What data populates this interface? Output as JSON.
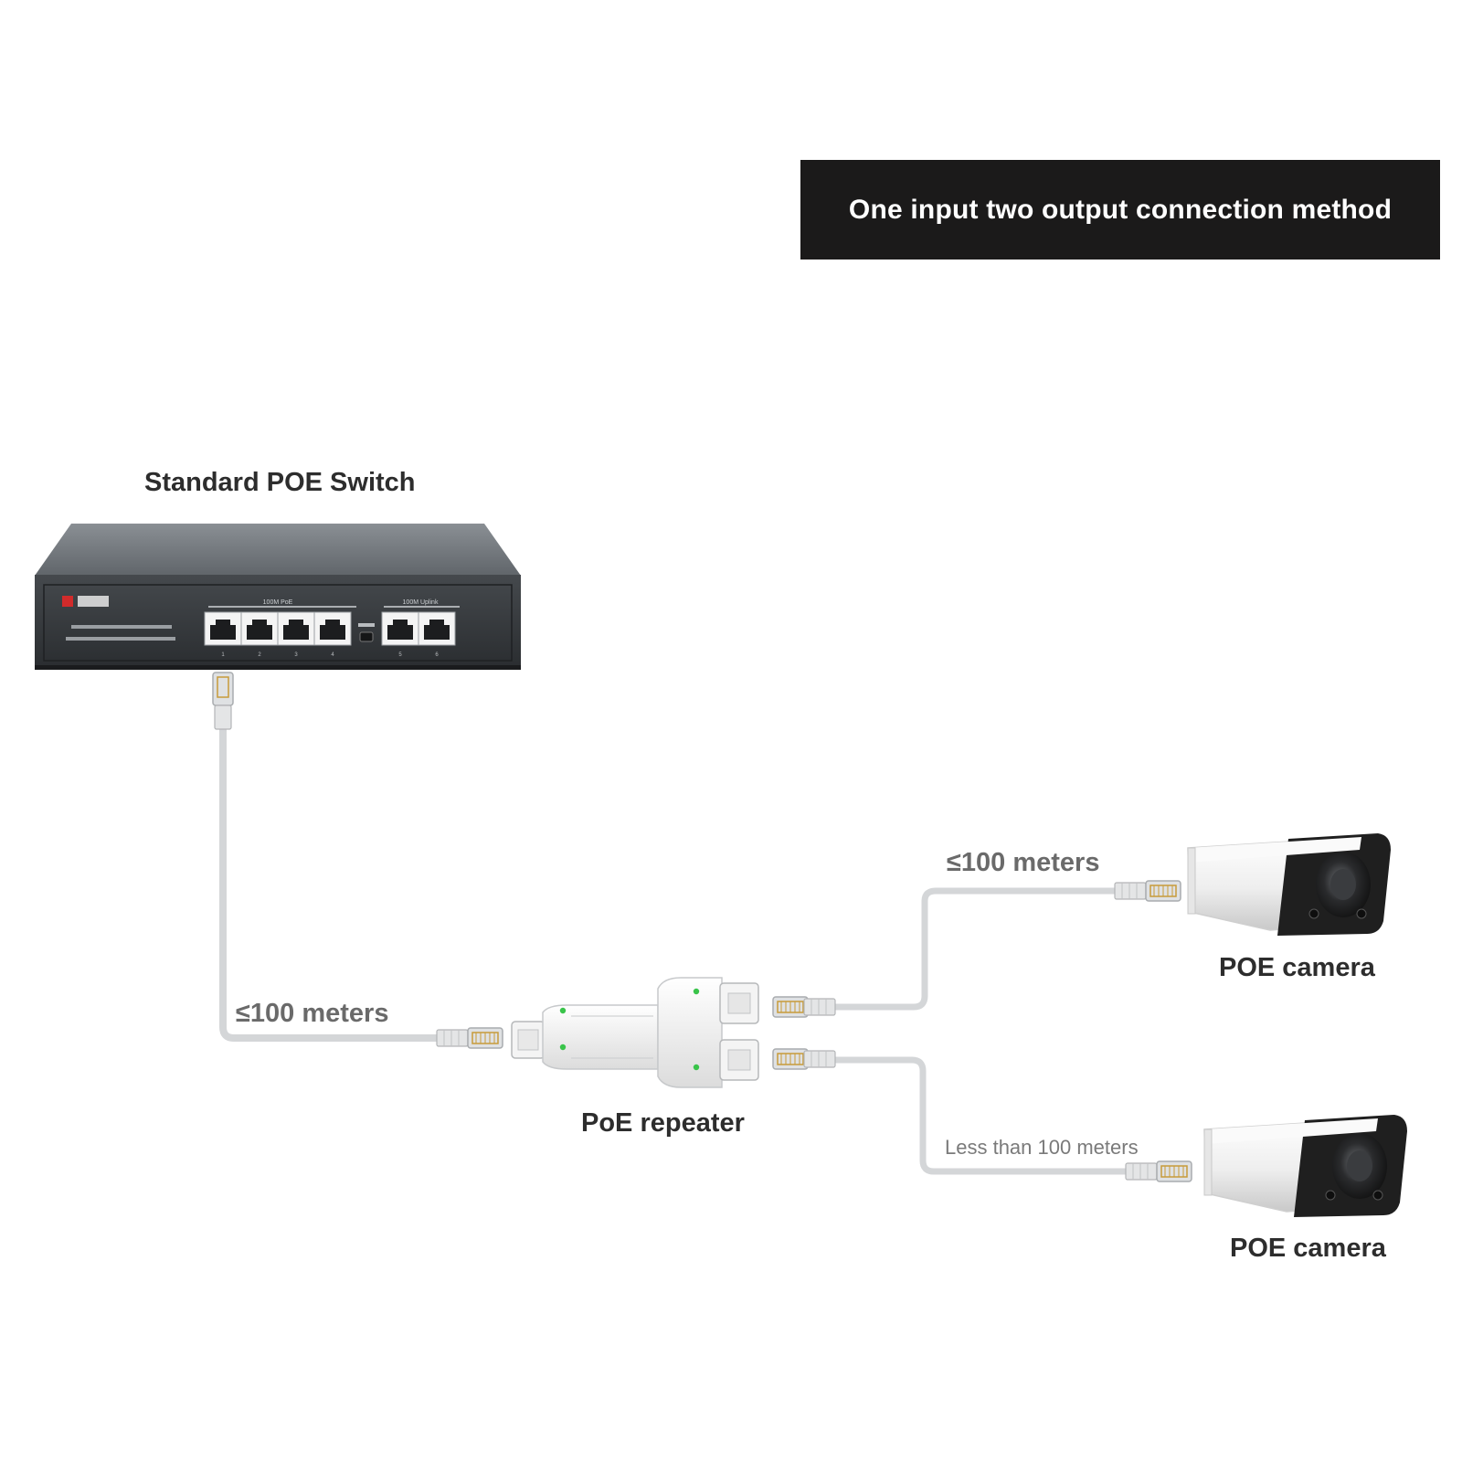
{
  "banner": {
    "title": "One input two output connection method"
  },
  "switch": {
    "label": "Standard POE Switch",
    "poe_group_label": "100M PoE",
    "uplink_group_label": "100M Uplink",
    "ports_poe": [
      "1",
      "2",
      "3",
      "4"
    ],
    "ports_uplink": [
      "5",
      "6"
    ]
  },
  "repeater": {
    "label": "PoE repeater"
  },
  "cameras": [
    {
      "label": "POE camera"
    },
    {
      "label": "POE camera"
    }
  ],
  "distances": {
    "switch_to_repeater": "≤100 meters",
    "repeater_to_camera_1": "≤100 meters",
    "repeater_to_camera_2": "Less than 100 meters"
  },
  "colors": {
    "banner_bg": "#1b1a1a",
    "switch_body": "#3f4347",
    "cable": "#d4d6d8",
    "camera_body": "#f2f2f2",
    "camera_face": "#222222",
    "led_green": "#39c44a"
  }
}
